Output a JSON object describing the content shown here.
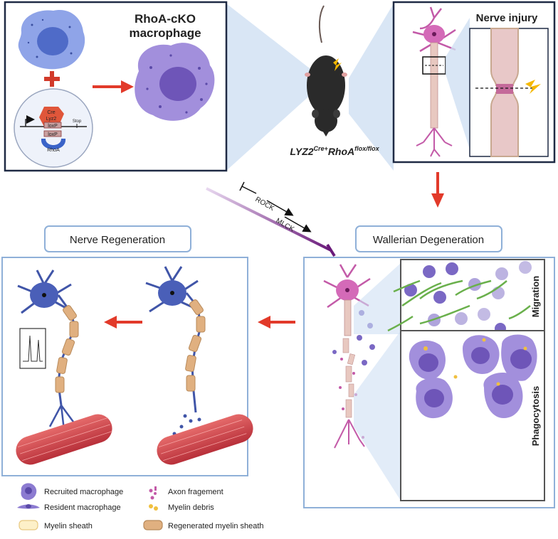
{
  "top_left_panel": {
    "title_line1": "RhoA-cKO",
    "title_line2": "macrophage",
    "construct": {
      "cre": "Cre",
      "lyz2": "Lyz2",
      "loxp1": "loxP",
      "loxp2": "loxP",
      "stop": "Stop",
      "rhoa": "RhoA"
    }
  },
  "mouse": {
    "genotype_base": "LYZ2",
    "genotype_sup1": "Cre+",
    "genotype_mid": "RhoA",
    "genotype_sup2": "flox/flox"
  },
  "top_right_panel": {
    "title": "Nerve injury"
  },
  "inhibition": {
    "rock": "ROCK",
    "mlck": "MLCK"
  },
  "wallerian": {
    "title": "Wallerian Degeneration",
    "migration": "Migration",
    "phagocytosis": "Phagocytosis"
  },
  "regeneration": {
    "title": "Nerve Regeneration"
  },
  "legend": {
    "recruited_macrophage": "Recruited macrophage",
    "resident_macrophage": "Resident macrophage",
    "myelin_sheath": "Myelin sheath",
    "axon_fragment": "Axon fragement",
    "myelin_debris": "Myelin debris",
    "regenerated_myelin_sheath": "Regenerated myelin sheath"
  },
  "colors": {
    "panel_border": "#1f2a44",
    "panel_border_light": "#8fb0d8",
    "macrophage": "#8c7bd1",
    "macrophage_dark": "#5b4aa8",
    "neuron": "#c35aa8",
    "neuron_blue": "#4055a8",
    "red_arrow": "#e23a2a",
    "green_arrow": "#6ab04c",
    "purple_line": "#6a2a7a",
    "muscle": "#d9404a",
    "myelin": "#e8b98a"
  }
}
